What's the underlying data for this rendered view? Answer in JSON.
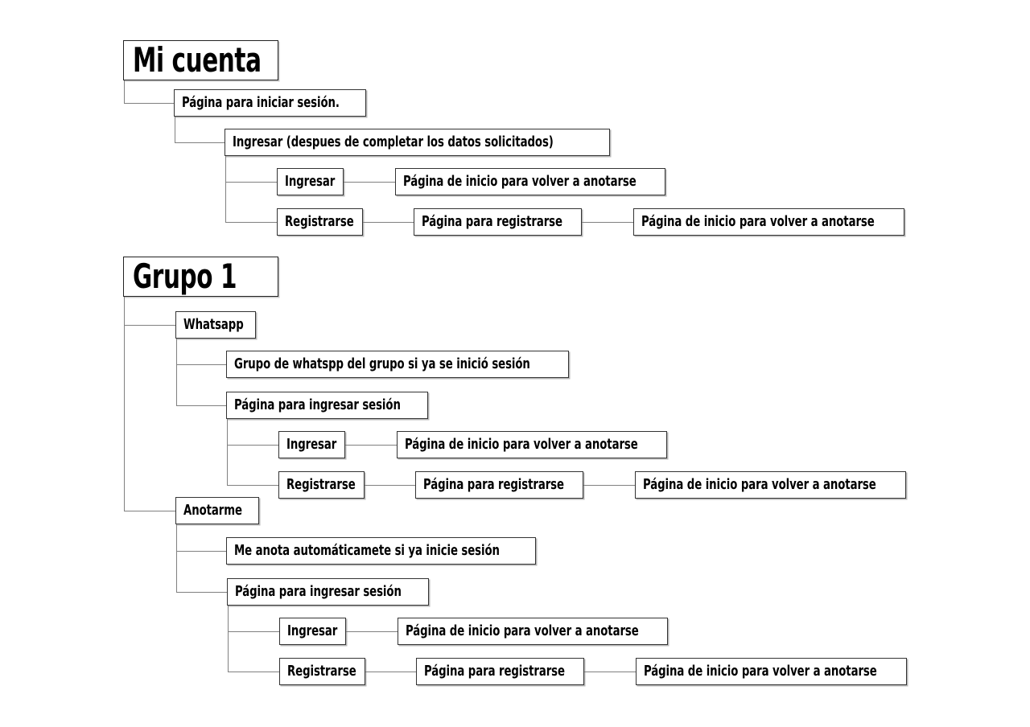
{
  "diagram": {
    "title_1": "Mi cuenta",
    "title_2": "Grupo 1",
    "colors": {
      "box_border": "#333333",
      "box_shadow": "#b8b8b8",
      "connector": "#808080",
      "background": "#ffffff",
      "text": "#000000"
    },
    "nodes": {
      "mi_cuenta": "Mi cuenta",
      "pagina_iniciar_sesion": "Página para iniciar sesión.",
      "ingresar_despues": "Ingresar (despues de completar los datos solicitados)",
      "a_ingresar": "Ingresar",
      "a_inicio_volver": "Página de inicio para volver a anotarse",
      "a_registrarse": "Registrarse",
      "a_pagina_registrarse": "Página para registrarse",
      "a_inicio_volver_2": "Página de inicio para volver a anotarse",
      "grupo_1": "Grupo 1",
      "whatsapp": "Whatsapp",
      "grupo_whatsapp": "Grupo de whatspp del grupo si ya se inició sesión",
      "w_pagina_ingresar": "Página para ingresar sesión",
      "w_ingresar": "Ingresar",
      "w_inicio_volver": "Página de inicio para volver a anotarse",
      "w_registrarse": "Registrarse",
      "w_pagina_registrarse": "Página para registrarse",
      "w_inicio_volver_2": "Página de inicio para volver a anotarse",
      "anotarme": "Anotarme",
      "me_anota": "Me anota automáticamete si ya inicie sesión",
      "an_pagina_ingresar": "Página para ingresar sesión",
      "an_ingresar": "Ingresar",
      "an_inicio_volver": "Página de inicio para volver a anotarse",
      "an_registrarse": "Registrarse",
      "an_pagina_registrarse": "Página para registrarse",
      "an_inicio_volver_2": "Página de inicio para volver a anotarse"
    }
  }
}
